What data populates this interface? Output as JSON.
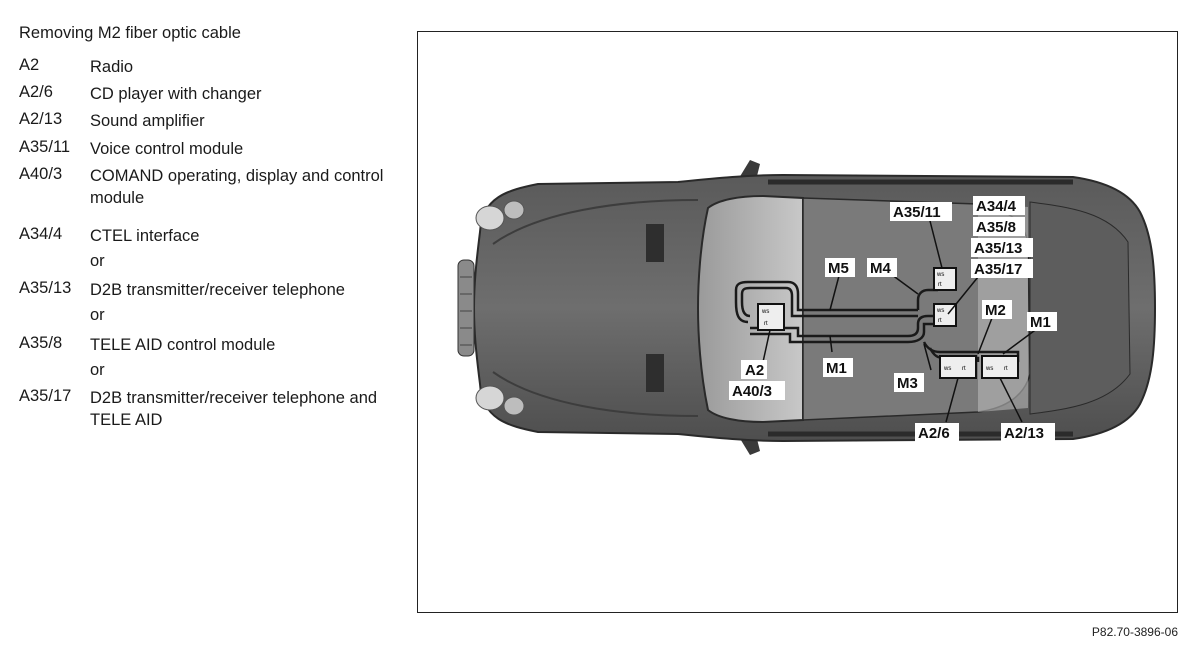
{
  "legend": {
    "title": "Removing M2 fiber optic cable",
    "items": [
      {
        "code": "A2",
        "desc": "Radio"
      },
      {
        "code": "A2/6",
        "desc": "CD player with changer"
      },
      {
        "code": "A2/13",
        "desc": "Sound amplifier"
      },
      {
        "code": "A35/11",
        "desc": "Voice control module"
      },
      {
        "code": "A40/3",
        "desc": "COMAND operating, display and control module"
      },
      {
        "code": "A34/4",
        "desc": "CTEL interface"
      },
      {
        "code": "A35/13",
        "desc": "D2B transmitter/receiver telephone"
      },
      {
        "code": "A35/8",
        "desc": "TELE AID control module"
      },
      {
        "code": "A35/17",
        "desc": "D2B transmitter/receiver telephone and TELE AID"
      }
    ],
    "or_label": "or"
  },
  "diagram": {
    "callouts": {
      "a35_11": "A35/11",
      "a34_4": "A34/4",
      "a35_8": "A35/8",
      "a35_13": "A35/13",
      "a35_17": "A35/17",
      "m5": "M5",
      "m4": "M4",
      "m2": "M2",
      "m1_right": "M1",
      "m1_center": "M1",
      "m3": "M3",
      "a2": "A2",
      "a40_3": "A40/3",
      "a2_6": "A2/6",
      "a2_13": "A2/13"
    },
    "connector_labels": {
      "ws": "ws",
      "rt": "rt"
    }
  },
  "reference_id": "P82.70-3896-06"
}
